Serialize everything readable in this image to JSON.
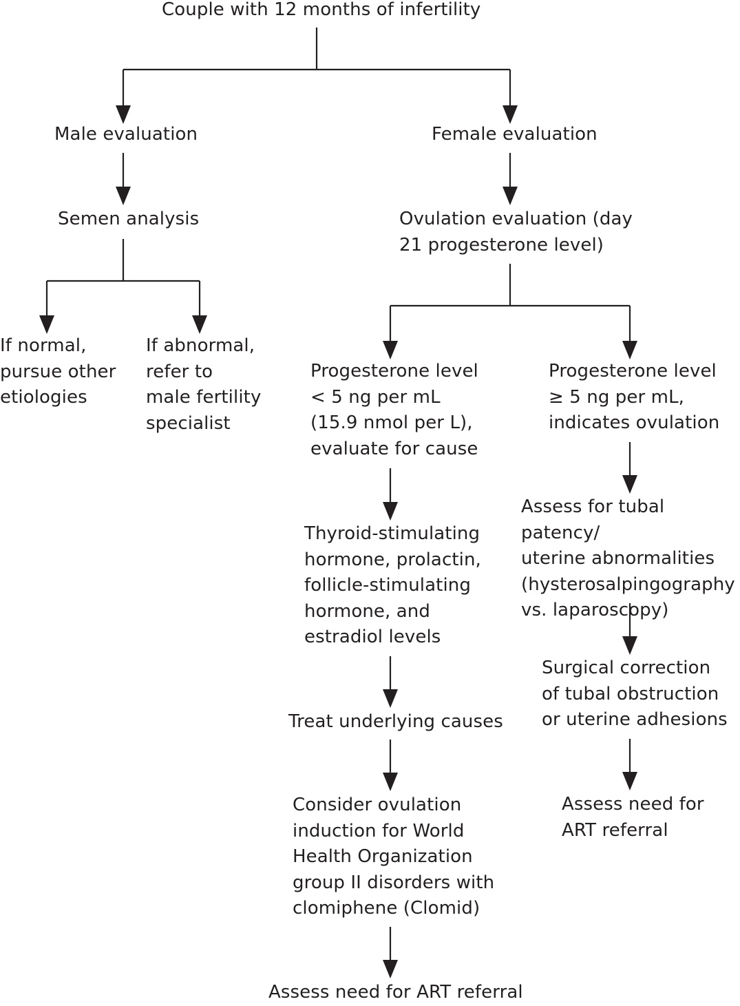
{
  "diagram": {
    "nodes": {
      "start": "Couple with 12 months of infertility",
      "male_eval": "Male evaluation",
      "female_eval": "Female evaluation",
      "semen": "Semen analysis",
      "ovulation": "Ovulation evaluation (day\n21 progesterone level)",
      "normal": "If normal,\npursue other\netiologies",
      "abnormal": "If abnormal,\nrefer to\nmale fertility\nspecialist",
      "prog_low": "Progesterone level\n< 5 ng per mL\n(15.9 nmol per L),\nevaluate for cause",
      "prog_high": "Progesterone level\n≥ 5 ng per mL,\nindicates ovulation",
      "hormones": "Thyroid-stimulating\nhormone, prolactin,\nfollicle-stimulating\nhormone, and\nestradiol levels",
      "tubal": "Assess for tubal patency/\nuterine abnormalities\n(hysterosalpingography\nvs. laparoscopy)",
      "treat": "Treat underlying causes",
      "surgical": "Surgical correction\nof tubal obstruction\nor uterine adhesions",
      "induction": "Consider ovulation\ninduction for World\nHealth Organization\ngroup II disorders with\nclomiphene (Clomid)",
      "art_right": "Assess need for\nART referral",
      "art_bottom": "Assess need for ART referral"
    }
  }
}
